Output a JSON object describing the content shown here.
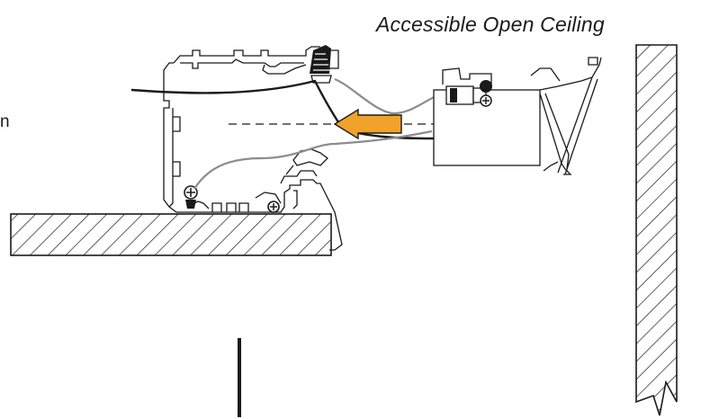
{
  "diagram": {
    "title": "Accessible Open Ceiling",
    "left_edge_text": "n",
    "colors": {
      "line": "#1a1a1a",
      "wire_gray": "#8c8c8c",
      "arrow_fill": "#f0a22a",
      "arrow_stroke": "#1a1a1a",
      "hatch": "#1a1a1a",
      "background": "#ffffff"
    },
    "icons": {
      "direction_arrow": "left-arrow",
      "connector": "wire-nut"
    }
  }
}
